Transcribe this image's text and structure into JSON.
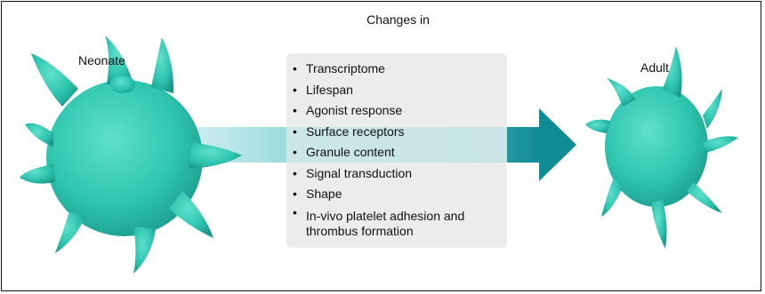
{
  "diagram": {
    "left_cell_label": "Neonate",
    "right_cell_label": "Adult",
    "box_title": "Changes in",
    "changes": [
      "Transcriptome",
      "Lifespan",
      "Agonist response",
      "Surface receptors",
      "Granule content",
      "Signal transduction",
      "Shape",
      "In-vivo platelet adhesion and thrombus formation"
    ],
    "colors": {
      "cell": "#2ec4b0",
      "cell_shadow": "#178f84",
      "arrow": "#128f97",
      "box": "#ebebeb"
    }
  }
}
